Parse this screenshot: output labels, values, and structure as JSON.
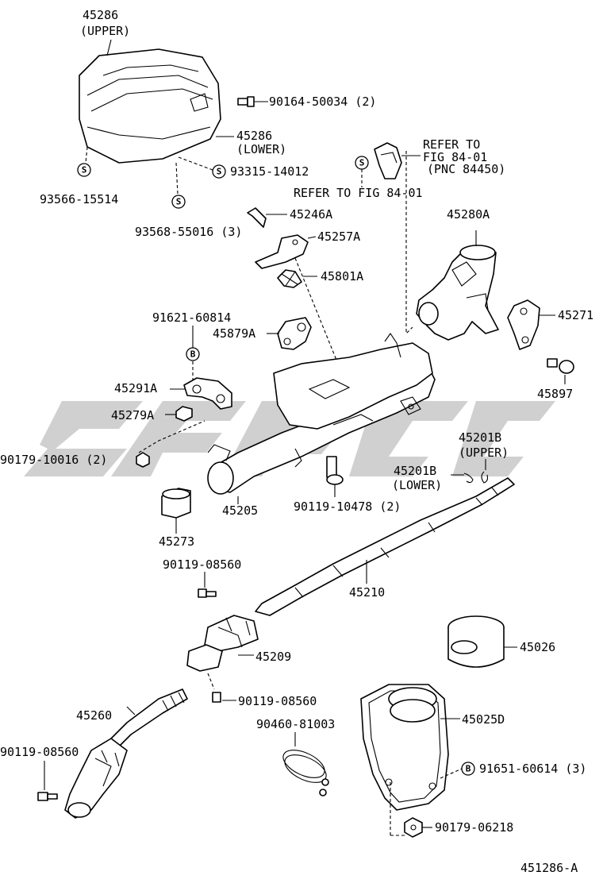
{
  "watermark": "",
  "drawing_number": "451286-A",
  "parts": {
    "p45286_upper": "45286",
    "p45286_upper_note": "(UPPER)",
    "p45286_lower": "45286",
    "p45286_lower_note": "(LOWER)",
    "p90164": "90164-50034 (2)",
    "p93315": "93315-14012",
    "p93566": "93566-15514",
    "p93568": "93568-55016 (3)",
    "refer1_a": "REFER TO",
    "refer1_b": "FIG 84-01",
    "refer1_c": "(PNC 84450)",
    "refer2": "REFER TO FIG 84-01",
    "p45246a": "45246A",
    "p45257a": "45257A",
    "p45801a": "45801A",
    "p45280a": "45280A",
    "p91621": "91621-60814",
    "p45879a": "45879A",
    "p45271": "45271",
    "p45897": "45897",
    "p45291a": "45291A",
    "p45279a": "45279A",
    "p90179_10016": "90179-10016 (2)",
    "p45201b_upper": "45201B",
    "p45201b_upper_note": "(UPPER)",
    "p45201b_lower": "45201B",
    "p45201b_lower_note": "(LOWER)",
    "p45205": "45205",
    "p90119_10478": "90119-10478 (2)",
    "p45273": "45273",
    "p90119_08560_a": "90119-08560",
    "p45210": "45210",
    "p45026": "45026",
    "p45209": "45209",
    "p90119_08560_b": "90119-08560",
    "p45260": "45260",
    "p90460": "90460-81003",
    "p45025d": "45025D",
    "p90119_08560_c": "90119-08560",
    "p91651": "91651-60614 (3)",
    "p90179_06218": "90179-06218"
  },
  "symbols": {
    "s_mark": "S",
    "b_mark": "B"
  }
}
